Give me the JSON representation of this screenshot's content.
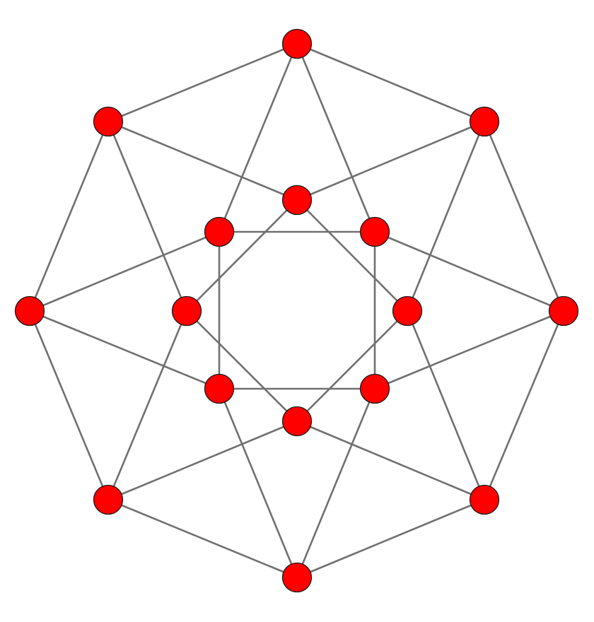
{
  "graph": {
    "type": "hypercube-projection",
    "vertex_count": 16,
    "edge_count": 32,
    "colors": {
      "background": "#ffffff",
      "vertex_fill": "#ff0000",
      "vertex_stroke": "#1a1a1a",
      "edge_stroke": "#707070"
    }
  }
}
